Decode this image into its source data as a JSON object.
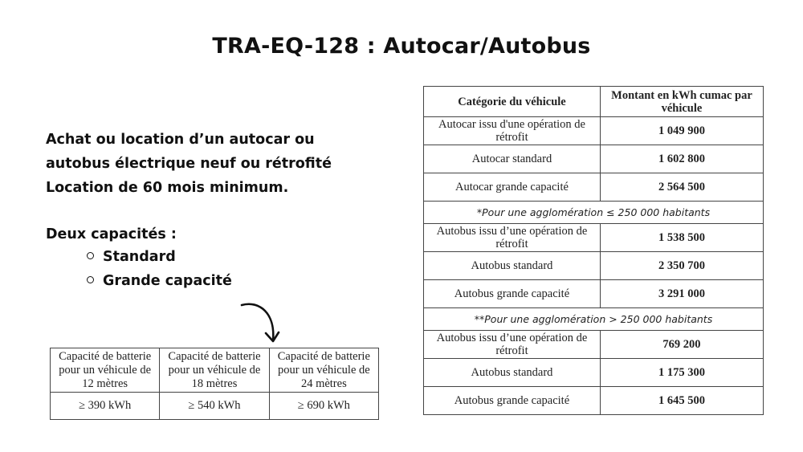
{
  "title": "TRA-EQ-128 : Autocar/Autobus",
  "description": [
    "Achat ou location d’un autocar ou",
    "autobus électrique neuf ou rétrofité",
    "Location de 60 mois minimum."
  ],
  "capacities": {
    "heading": "Deux capacités :",
    "items": [
      "Standard",
      "Grande capacité"
    ]
  },
  "battery_table": {
    "headers": [
      "Capacité de batterie pour un véhicule de 12 mètres",
      "Capacité de batterie pour un véhicule de 18 mètres",
      "Capacité de batterie pour un véhicule de 24 mètres"
    ],
    "values": [
      "≥ 390 kWh",
      "≥ 540 kWh",
      "≥ 690 kWh"
    ]
  },
  "cumac_table": {
    "headers": [
      "Catégorie du véhicule",
      "Montant en kWh cumac par véhicule"
    ],
    "rows": [
      {
        "cat": "Autocar issu d'une opération de rétrofit",
        "val": "1 049 900"
      },
      {
        "cat": "Autocar standard",
        "val": "1 602 800"
      },
      {
        "cat": "Autocar grande capacité",
        "val": "2 564 500"
      },
      {
        "note": "*Pour une agglomération ≤ 250 000 habitants"
      },
      {
        "cat": "Autobus issu d’une opération de rétrofit",
        "val": "1 538 500"
      },
      {
        "cat": "Autobus standard",
        "val": "2 350 700"
      },
      {
        "cat": "Autobus grande capacité",
        "val": "3 291 000"
      },
      {
        "note": "**Pour une agglomération > 250 000 habitants"
      },
      {
        "cat": "Autobus issu d’une opération de rétrofit",
        "val": "769 200"
      },
      {
        "cat": "Autobus standard",
        "val": "1 175 300"
      },
      {
        "cat": "Autobus grande capacité",
        "val": "1 645 500"
      }
    ]
  }
}
